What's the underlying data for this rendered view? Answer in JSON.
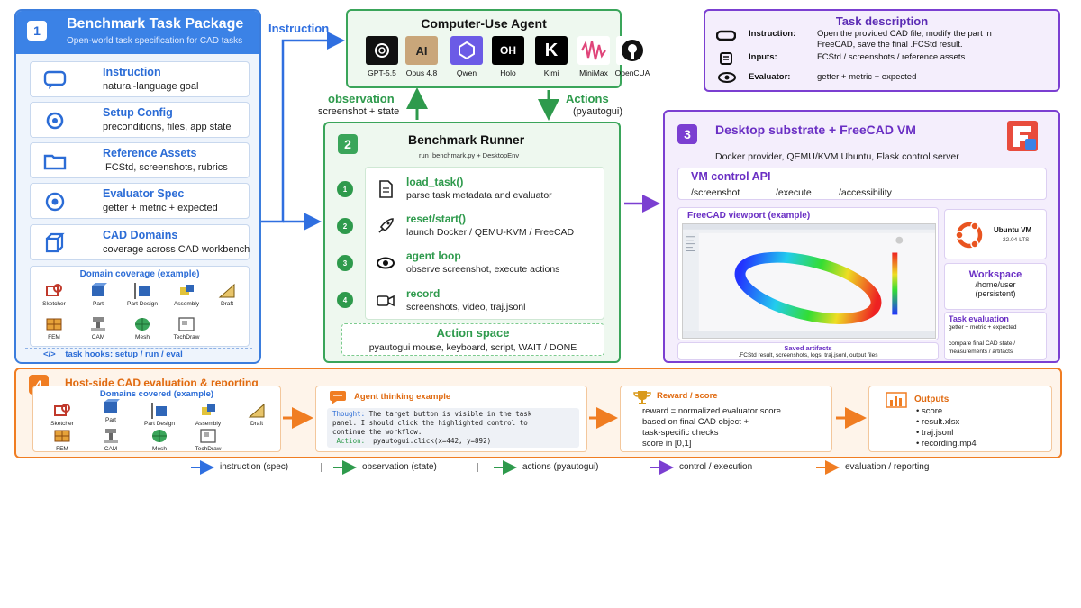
{
  "panel1": {
    "num": "1",
    "title": "Benchmark Task Package",
    "subtitle": "Open-world task specification for CAD tasks",
    "items": [
      {
        "title": "Instruction",
        "sub": "natural-language goal"
      },
      {
        "title": "Setup Config",
        "sub": "preconditions, files, app state"
      },
      {
        "title": "Reference Assets",
        "sub": ".FCStd, screenshots, rubrics"
      },
      {
        "title": "Evaluator Spec",
        "sub": "getter + metric + expected"
      },
      {
        "title": "CAD Domains",
        "sub": "coverage across CAD workbench"
      }
    ],
    "domain_title": "Domain coverage (example)",
    "domains": [
      "Sketcher",
      "Part",
      "Part Design",
      "Assembly",
      "Draft",
      "FEM",
      "CAM",
      "Mesh",
      "TechDraw"
    ],
    "hooks_icon": "</>",
    "hooks": "task hooks: setup / run / eval"
  },
  "arrows": {
    "instruction": "Instruction",
    "observation": "observation",
    "observation_sub": "screenshot + state",
    "actions": "Actions",
    "actions_sub": "(pyautogui)"
  },
  "agent": {
    "title": "Computer-Use Agent",
    "models": [
      "GPT-5.5",
      "Opus 4.8",
      "Qwen",
      "Holo",
      "Kimi",
      "MiniMax",
      "OpenCUA"
    ],
    "model_marks": [
      "",
      "AI",
      "",
      "OH",
      "K",
      "",
      ""
    ]
  },
  "task": {
    "title": "Task description",
    "rows": [
      {
        "key": "Instruction:",
        "value": "Open the provided CAD file, modify the part in FreeCAD, save the final .FCStd result."
      },
      {
        "key": "Inputs:",
        "value": "FCStd / screenshots / reference assets"
      },
      {
        "key": "Evaluator:",
        "value": "getter + metric + expected"
      }
    ]
  },
  "runner": {
    "num": "2",
    "title": "Benchmark Runner",
    "subtitle": "run_benchmark.py + DesktopEnv",
    "steps": [
      {
        "n": "1",
        "title": "load_task()",
        "sub": "parse task metadata and evaluator"
      },
      {
        "n": "2",
        "title": "reset/start()",
        "sub": "launch Docker / QEMU-KVM / FreeCAD"
      },
      {
        "n": "3",
        "title": "agent loop",
        "sub": "observe screenshot, execute actions"
      },
      {
        "n": "4",
        "title": "record",
        "sub": "screenshots, video, traj.jsonl"
      }
    ],
    "action_title": "Action space",
    "action_sub": "pyautogui mouse, keyboard, script, WAIT / DONE"
  },
  "panel3": {
    "num": "3",
    "title": "Desktop substrate + FreeCAD VM",
    "subtitle": "Docker provider, QEMU/KVM Ubuntu, Flask control server",
    "api_title": "VM control API",
    "endpoints": [
      "/screenshot",
      "/execute",
      "/accessibility"
    ],
    "viewport_title": "FreeCAD viewport (example)",
    "saved_title": "Saved artifacts",
    "saved_sub": ".FCStd result, screenshots, logs, traj.jsonl, output files",
    "ubuntu_title": "Ubuntu VM",
    "ubuntu_sub": "22.04 LTS",
    "ws_title": "Workspace",
    "ws_path": "/home/user",
    "ws_note": "(persistent)",
    "te_title": "Task evaluation",
    "te_sub": "getter + metric + expected",
    "te_sub2": "compare final CAD state / measurements / artifacts"
  },
  "panel4": {
    "num": "4",
    "title": "Host-side CAD evaluation & reporting",
    "domain_title": "Domains covered (example)",
    "domains": [
      "Sketcher",
      "Part",
      "Part Design",
      "Assembly",
      "Draft",
      "FEM",
      "CAM",
      "Mesh",
      "TechDraw"
    ],
    "think_title": "Agent thinking example",
    "thought_label": "Thought:",
    "thought_l1": "The target button is visible in the task",
    "thought_l2": "panel. I should click the highlighted control to",
    "thought_l3": "continue the workflow.",
    "action_label": "Action:",
    "action_text": "pyautogui.click(x=442, y=892)",
    "reward_title": "Reward / score",
    "reward_lines": [
      "reward = normalized evaluator score",
      "based on final CAD object +",
      "task-specific checks",
      "score in [0,1]"
    ],
    "out_title": "Outputs",
    "outputs": [
      "• score",
      "• result.xlsx",
      "• traj.jsonl",
      "• recording.mp4"
    ]
  },
  "legend": [
    {
      "label": "instruction (spec)",
      "color": "#2f6fe0"
    },
    {
      "label": "observation (state)",
      "color": "#2e9a4c"
    },
    {
      "label": "actions (pyautogui)",
      "color": "#2e9a4c"
    },
    {
      "label": "control / execution",
      "color": "#7b3fd1"
    },
    {
      "label": "evaluation / reporting",
      "color": "#f07d22"
    }
  ],
  "colors": {
    "blue": "#3b82e6",
    "green": "#3aa55a",
    "purple": "#7b3fd1",
    "orange": "#f07d22"
  }
}
